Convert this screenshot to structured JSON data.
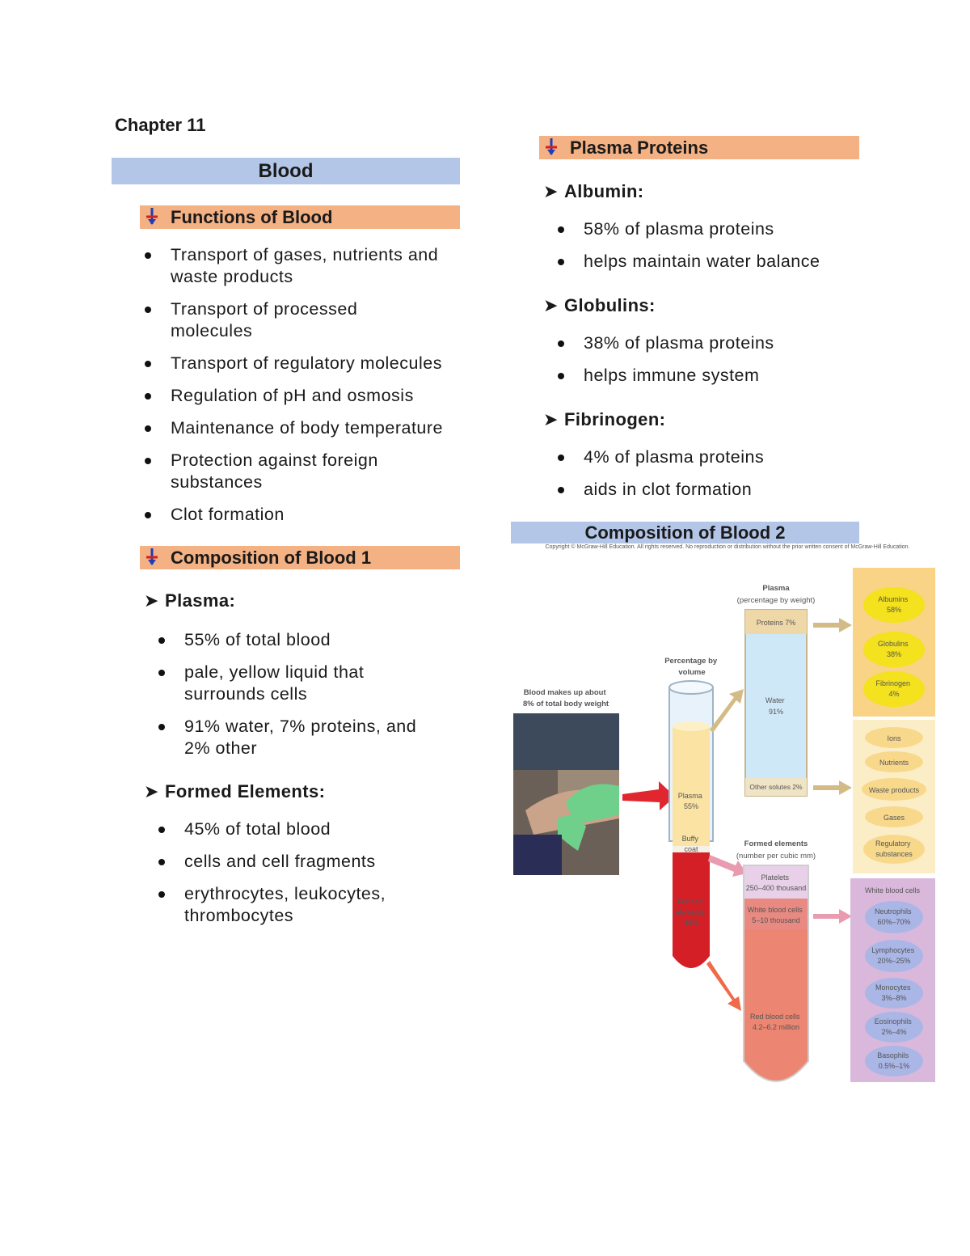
{
  "chapter": "Chapter 11",
  "blood_banner": "Blood",
  "functions": {
    "heading": "Functions of Blood",
    "items": [
      "Transport of gases, nutrients and waste products",
      "Transport of processed molecules",
      "Transport of regulatory molecules",
      "Regulation of pH and osmosis",
      "Maintenance of body temperature",
      "Protection against foreign substances",
      "Clot formation"
    ]
  },
  "composition1": {
    "heading": "Composition of Blood 1",
    "plasma": {
      "label": "Plasma:",
      "items": [
        "55% of total blood",
        "pale, yellow liquid that surrounds cells",
        "91% water, 7% proteins, and 2% other"
      ]
    },
    "formed": {
      "label": "Formed Elements:",
      "items": [
        "45% of total blood",
        "cells and cell fragments",
        "erythrocytes, leukocytes, thrombocytes"
      ]
    }
  },
  "plasma_proteins": {
    "heading": "Plasma Proteins",
    "albumin": {
      "label": "Albumin:",
      "items": [
        "58% of plasma proteins",
        "helps maintain water balance"
      ]
    },
    "globulins": {
      "label": "Globulins:",
      "items": [
        "38% of plasma proteins",
        "helps immune system"
      ]
    },
    "fibrinogen": {
      "label": "Fibrinogen:",
      "items": [
        "4% of plasma proteins",
        "aids in clot formation"
      ]
    }
  },
  "composition2": {
    "heading": "Composition of Blood 2",
    "figure": {
      "copyright": "Copyright © McGraw-Hill Education. All rights reserved. No reproduction or distribution without the prior written consent of McGraw-Hill Education.",
      "blood_weight": [
        "Blood makes up about",
        "8% of total body weight"
      ],
      "pct_volume": [
        "Percentage by",
        "volume"
      ],
      "tube": {
        "plasma": [
          "Plasma",
          "55%"
        ],
        "buffy": [
          "Buffy",
          "coat"
        ],
        "formed": [
          "Formed",
          "elements",
          "45%"
        ]
      },
      "plasma_col": {
        "title": [
          "Plasma",
          "(percentage by weight)"
        ],
        "proteins": "Proteins 7%",
        "water": [
          "Water",
          "91%"
        ],
        "other": "Other solutes 2%"
      },
      "formed_col": {
        "title": [
          "Formed elements",
          "(number per cubic mm)"
        ],
        "platelets": [
          "Platelets",
          "250–400 thousand"
        ],
        "wbc": [
          "White blood cells",
          "5–10 thousand"
        ],
        "rbc": [
          "Red blood cells",
          "4.2–6.2 million"
        ]
      },
      "proteins_box": [
        [
          "Albumins",
          "58%"
        ],
        [
          "Globulins",
          "38%"
        ],
        [
          "Fibrinogen",
          "4%"
        ]
      ],
      "solutes_box": [
        "Ions",
        "Nutrients",
        "Waste products",
        "Gases",
        [
          "Regulatory",
          "substances"
        ]
      ],
      "wbc_box": {
        "title": "White blood cells",
        "items": [
          [
            "Neutrophils",
            "60%–70%"
          ],
          [
            "Lymphocytes",
            "20%–25%"
          ],
          [
            "Monocytes",
            "3%–8%"
          ],
          [
            "Eosinophils",
            "2%–4%"
          ],
          [
            "Basophils",
            "0.5%–1%"
          ]
        ]
      }
    }
  },
  "colors": {
    "banner_blue": "#b4c6e7",
    "banner_orange": "#f4b183",
    "pin_icon": "pushpin-icon"
  }
}
